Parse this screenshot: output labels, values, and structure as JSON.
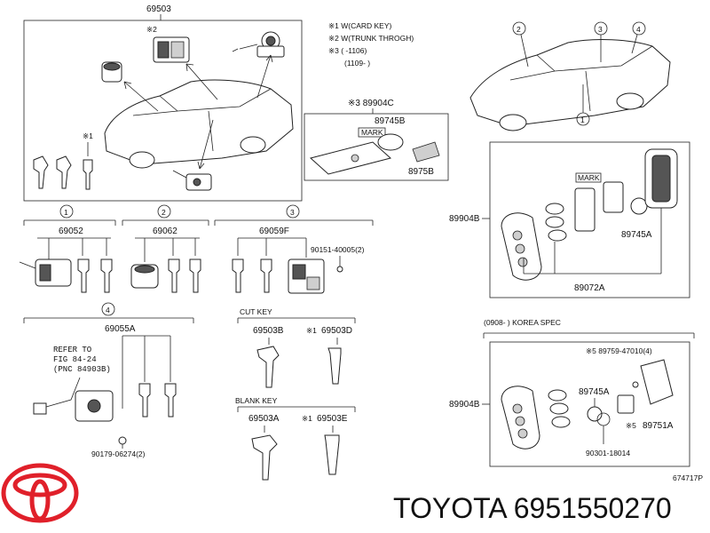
{
  "main_part": "69503",
  "notes": {
    "n1": "※1 W(CARD KEY)",
    "n2": "※2 W(TRUNK THROGH)",
    "n3": "※3 (        -1106)",
    "n4": "(1109-        )"
  },
  "star2": "※2",
  "star1_keys": "※1",
  "card_group": {
    "ref": "※3 89904C",
    "part1": "89745B",
    "mark": "MARK",
    "part2": "8975B"
  },
  "groups": {
    "g1": {
      "num": "1",
      "part": "69052"
    },
    "g2": {
      "num": "2",
      "part": "69062"
    },
    "g3": {
      "num": "3",
      "part": "69059F",
      "bolt": "90151-40005(2)"
    },
    "g4": {
      "num": "4",
      "part": "69055A",
      "refer1": "REFER TO",
      "refer2": "FIG 84-24",
      "refer3": "(PNC 84903B)",
      "bolt": "90179-06274(2)"
    }
  },
  "cut_key": {
    "title": "CUT KEY",
    "left": "69503B",
    "right": "69503D",
    "star": "※1"
  },
  "blank_key": {
    "title": "BLANK KEY",
    "left": "69503A",
    "right": "69503E",
    "star": "※1"
  },
  "fob1": {
    "ref": "89904B",
    "mark": "MARK",
    "battery": "89745A",
    "case": "89072A"
  },
  "korea": {
    "spec": "(0908-     ) KOREA SPEC",
    "ref": "89904B",
    "screw": "※5 89759-47010(4)",
    "battery": "89745A",
    "ring": "90301-18014",
    "cover": "89751A",
    "star": "※5"
  },
  "car_callouts": [
    "1",
    "2",
    "3",
    "4"
  ],
  "diagram_code": "674717P",
  "brand_text": "TOYOTA 6951550270"
}
